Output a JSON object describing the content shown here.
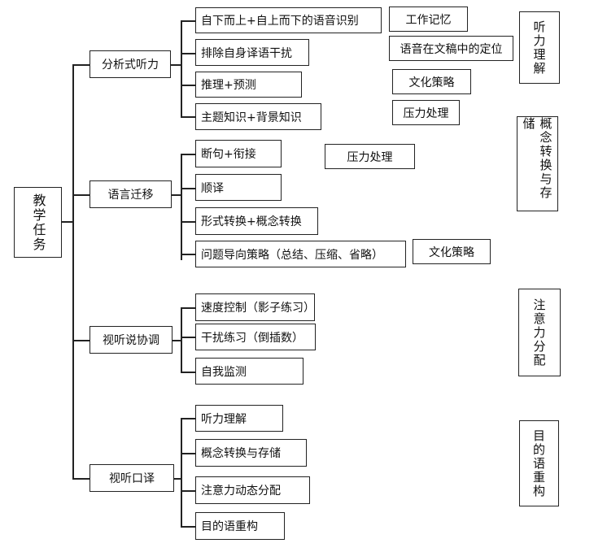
{
  "root": "教学任务",
  "branches": [
    {
      "label": "分析式听力",
      "items": [
        "自下而上+自上而下的语音识别",
        "排除自身译语干扰",
        "推理+预测",
        "主题知识+背景知识"
      ]
    },
    {
      "label": "语言迁移",
      "items": [
        "断句+衔接",
        "顺译",
        "形式转换+概念转换",
        "问题导向策略（总结、压缩、省略）"
      ]
    },
    {
      "label": "视听说协调",
      "items": [
        "速度控制（影子练习）",
        "干扰练习（倒插数）",
        "自我监测"
      ]
    },
    {
      "label": "视听口译",
      "items": [
        "听力理解",
        "概念转换与存储",
        "注意力动态分配",
        "目的语重构"
      ]
    }
  ],
  "side_notes": {
    "working_memory": "工作记忆",
    "speech_position": "语音在文稿中的定位",
    "culture_strategy_1": "文化策略",
    "pressure_1": "压力处理",
    "pressure_2": "压力处理",
    "culture_strategy_2": "文化策略"
  },
  "goals": [
    "听力理解",
    "概念转换与存储",
    "注意力分配",
    "目的语重构"
  ]
}
